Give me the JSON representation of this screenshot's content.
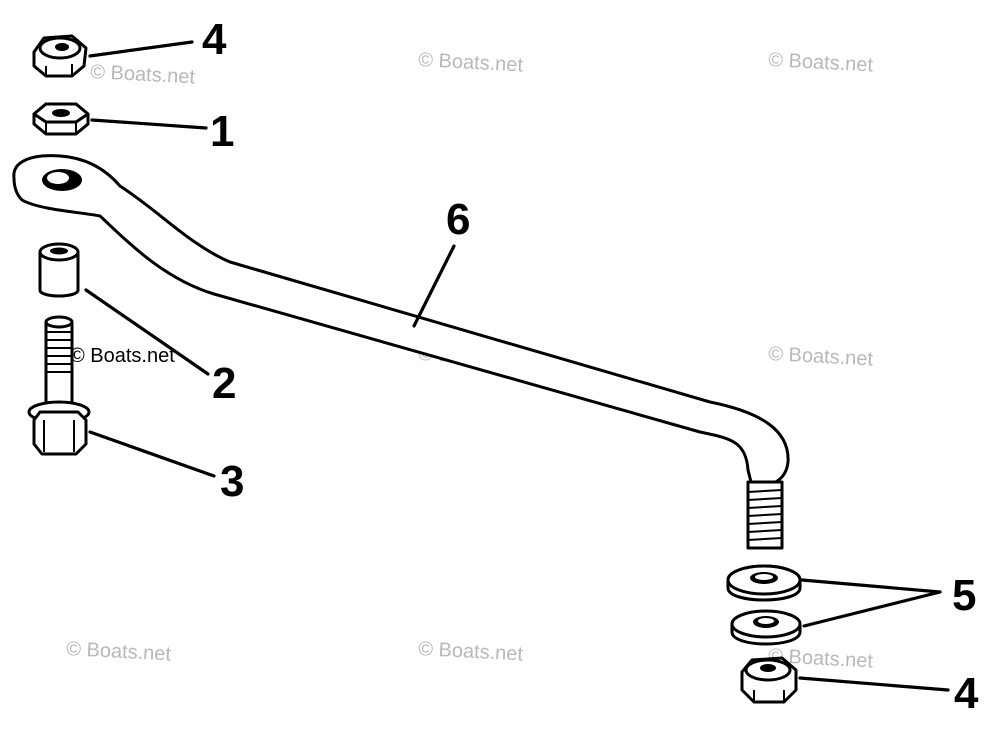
{
  "callouts": {
    "nut_top": "4",
    "hex_nut": "1",
    "spacer": "2",
    "bolt": "3",
    "washers": "5",
    "nut_bottom": "4",
    "link_rod": "6"
  },
  "watermark": {
    "text": "© Boats.net"
  },
  "colors": {
    "line": "#000000",
    "background": "#ffffff",
    "watermark": "#b8b8b8"
  }
}
